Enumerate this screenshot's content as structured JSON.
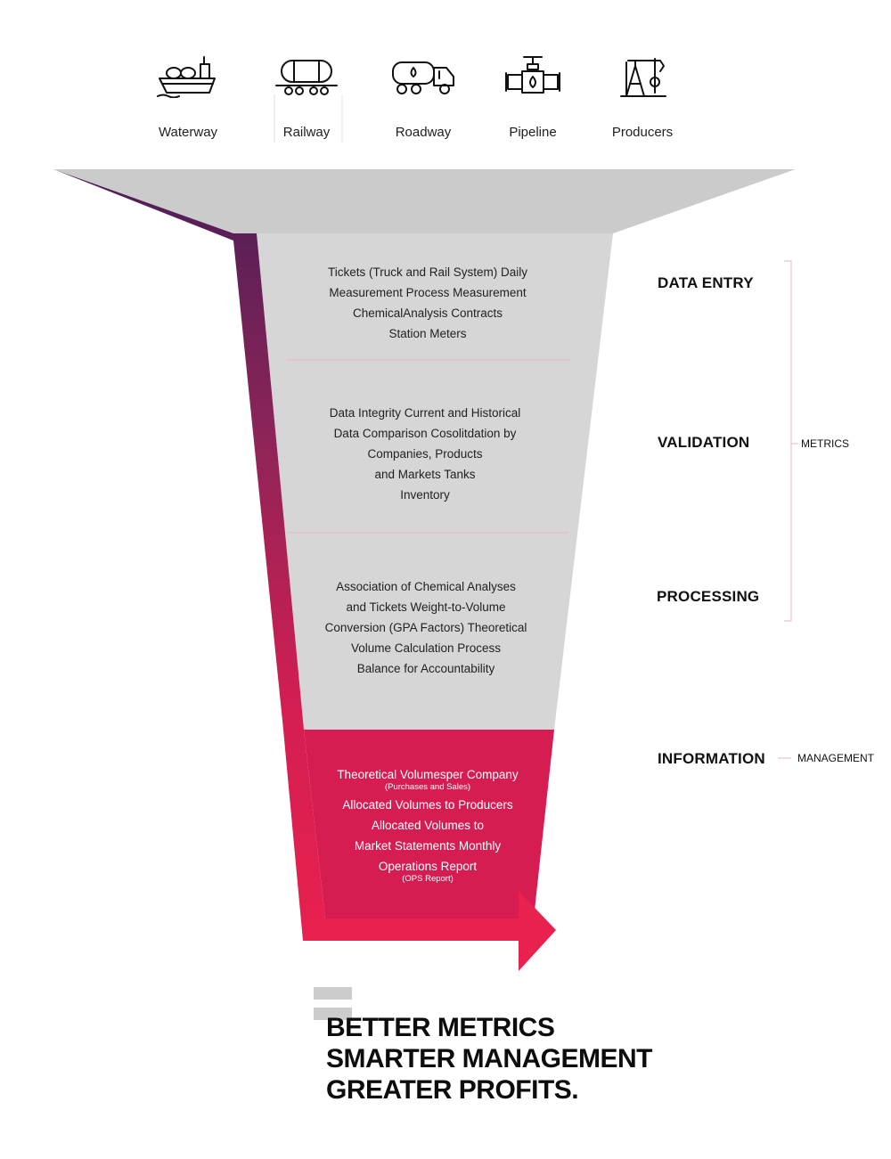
{
  "sources": [
    {
      "label": "Waterway",
      "icon": "ship-icon"
    },
    {
      "label": "Railway",
      "icon": "rail-tanker-icon"
    },
    {
      "label": "Roadway",
      "icon": "tanker-truck-icon"
    },
    {
      "label": "Pipeline",
      "icon": "pipeline-valve-icon"
    },
    {
      "label": "Producers",
      "icon": "oil-pumpjack-icon"
    }
  ],
  "stages": [
    {
      "label": "DATA ENTRY",
      "lines": [
        "Tickets (Truck and Rail System) Daily",
        "Measurement Process Measurement",
        "ChemicalAnalysis Contracts",
        "Station Meters"
      ]
    },
    {
      "label": "VALIDATION",
      "lines": [
        "Data Integrity Current and Historical",
        "Data Comparison Cosolitdation by",
        "Companies,  Products",
        "and Markets Tanks",
        "Inventory"
      ]
    },
    {
      "label": "PROCESSING",
      "lines": [
        "Association of Chemical  Analyses",
        "and Tickets Weight-to-Volume",
        "Conversion (GPA Factors) Theoretical",
        "Volume Calculation Process",
        "Balance for Accountability"
      ]
    }
  ],
  "information": {
    "label": "INFORMATION",
    "items": [
      {
        "text": "Theoretical Volumesper Company",
        "note": "(Purchases and Sales)"
      },
      {
        "text": "Allocated Volumes to Producers",
        "note": ""
      },
      {
        "text": "Allocated Volumes to",
        "note": ""
      },
      {
        "text": "Market Statements Monthly",
        "note": ""
      },
      {
        "text": "Operations Report",
        "note": "(OPS Report)"
      }
    ]
  },
  "side_labels": {
    "metrics": "METRICS",
    "management": "MANAGEMENT"
  },
  "tagline": [
    "BETTER METRICS",
    "SMARTER MANAGEMENT",
    "GREATER PROFITS."
  ],
  "colors": {
    "funnel_gray": "#d4d4d4",
    "accent": "#e41e54",
    "accent_dark": "#d31c50",
    "gradient_top": "#4a1f55",
    "divider": "#e6b7c4"
  }
}
